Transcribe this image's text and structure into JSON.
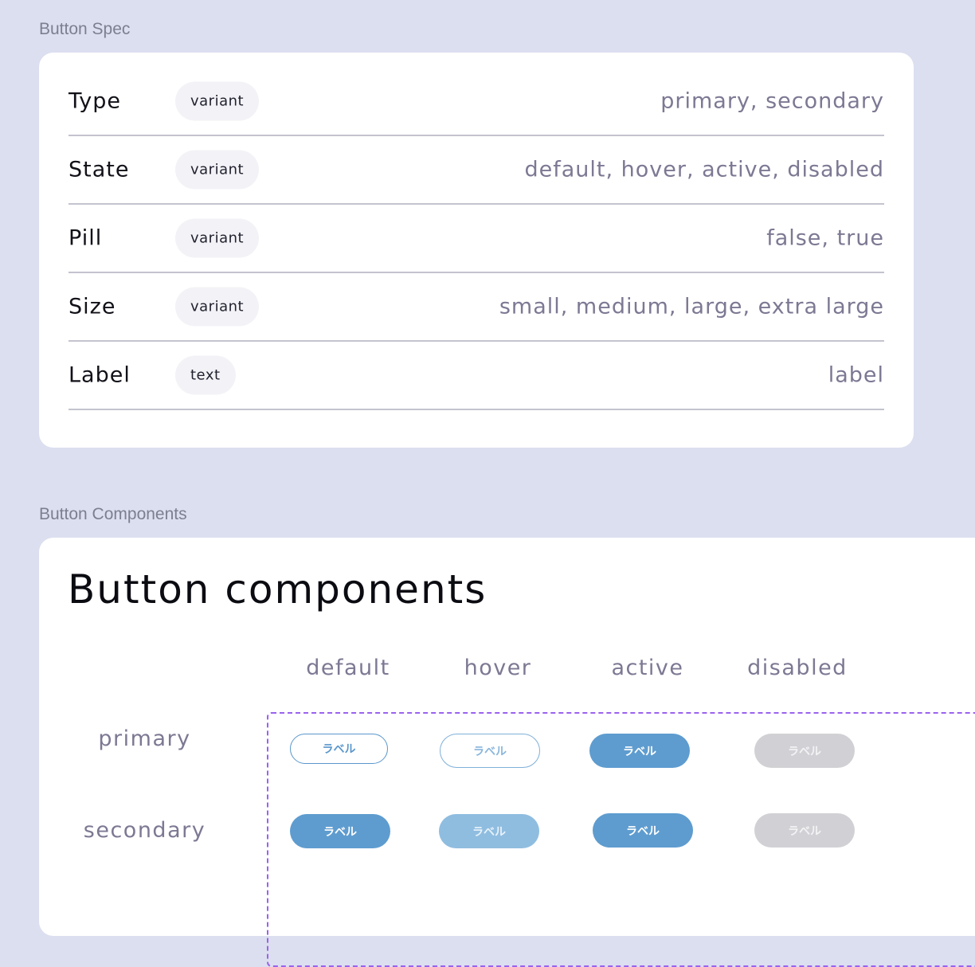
{
  "sections": {
    "spec_label": "Button Spec",
    "components_label": "Button Components"
  },
  "spec": {
    "rows": [
      {
        "name": "Type",
        "kind": "variant",
        "values": "primary, secondary"
      },
      {
        "name": "State",
        "kind": "variant",
        "values": "default, hover, active, disabled"
      },
      {
        "name": "Pill",
        "kind": "variant",
        "values": "false, true"
      },
      {
        "name": "Size",
        "kind": "variant",
        "values": "small, medium, large, extra large"
      },
      {
        "name": "Label",
        "kind": "text",
        "values": "label"
      }
    ]
  },
  "components": {
    "title": "Button components",
    "columns": [
      "default",
      "hover",
      "active",
      "disabled"
    ],
    "rows": [
      "primary",
      "secondary"
    ],
    "button_label": "ラベル"
  },
  "colors": {
    "background": "#dcdff0",
    "card": "#ffffff",
    "accent_blue": "#5e9ccf",
    "light_blue": "#8fbde0",
    "disabled_gray": "#d1d1d5",
    "frame_purple": "#9a62ef",
    "muted_text": "#7d7893"
  }
}
